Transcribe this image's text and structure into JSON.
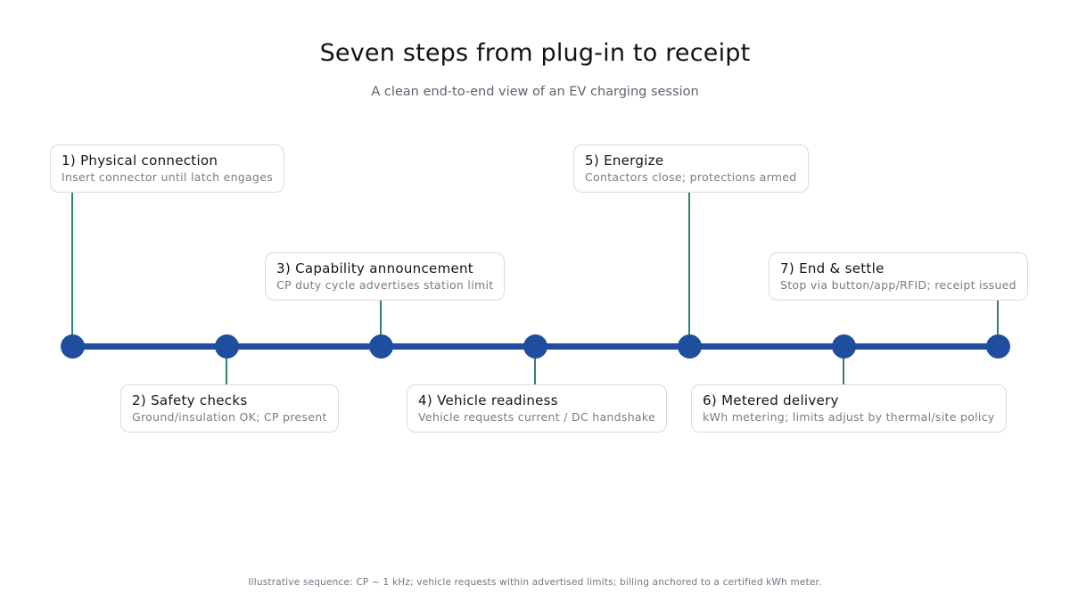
{
  "page": {
    "title": "Seven steps from plug-in to receipt",
    "subtitle": "A clean end-to-end view of an EV charging session",
    "footnote": "Illustrative sequence: CP ~ 1 kHz; vehicle requests within advertised limits; billing anchored to a certified kWh meter."
  },
  "colors": {
    "timeline_blue": "#1f4e9e",
    "connector_teal": "#2e8272",
    "box_border": "#d9dadb",
    "step_title_text": "#13151c",
    "step_desc_text": "#767d87"
  },
  "timeline": {
    "type": "horizontal-timeline",
    "node_count": 7,
    "steps": [
      {
        "title": "1) Physical connection",
        "desc": "Insert connector until latch engages",
        "side": "above"
      },
      {
        "title": "2) Safety checks",
        "desc": "Ground/insulation OK; CP present",
        "side": "below"
      },
      {
        "title": "3) Capability announcement",
        "desc": "CP duty cycle advertises station limit",
        "side": "above"
      },
      {
        "title": "4) Vehicle readiness",
        "desc": "Vehicle requests current / DC handshake",
        "side": "below"
      },
      {
        "title": "5) Energize",
        "desc": "Contactors close; protections armed",
        "side": "above"
      },
      {
        "title": "6) Metered delivery",
        "desc": "kWh metering; limits adjust by thermal/site policy",
        "side": "below"
      },
      {
        "title": "7) End & settle",
        "desc": "Stop via button/app/RFID; receipt issued",
        "side": "above"
      }
    ]
  }
}
